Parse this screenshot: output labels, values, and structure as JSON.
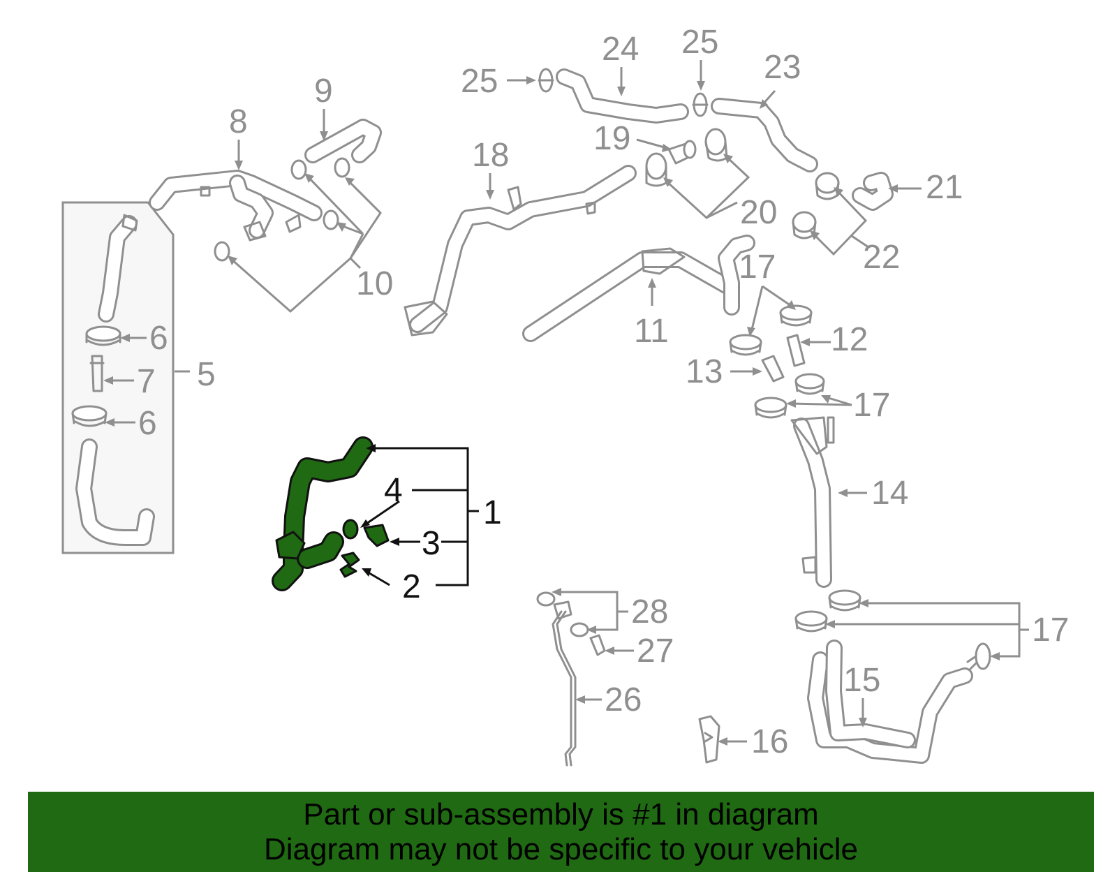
{
  "colors": {
    "highlight": "#1f6a12",
    "part_gray": "#8f8f8f",
    "label_black": "#111111",
    "banner_bg": "#1f6a12"
  },
  "labels": {
    "p1": "1",
    "p2": "2",
    "p3": "3",
    "p4": "4",
    "p5": "5",
    "p6a": "6",
    "p6b": "6",
    "p7": "7",
    "p8": "8",
    "p9": "9",
    "p10": "10",
    "p11": "11",
    "p12": "12",
    "p13": "13",
    "p14": "14",
    "p15": "15",
    "p16": "16",
    "p17a": "17",
    "p17b": "17",
    "p17c": "17",
    "p18": "18",
    "p19": "19",
    "p20": "20",
    "p21": "21",
    "p22": "22",
    "p23": "23",
    "p24": "24",
    "p25a": "25",
    "p25b": "25",
    "p26": "26",
    "p27": "27",
    "p28": "28"
  },
  "banner": {
    "line1": "Part or sub-assembly is #1 in diagram",
    "line2": "Diagram may not be specific to your vehicle"
  }
}
